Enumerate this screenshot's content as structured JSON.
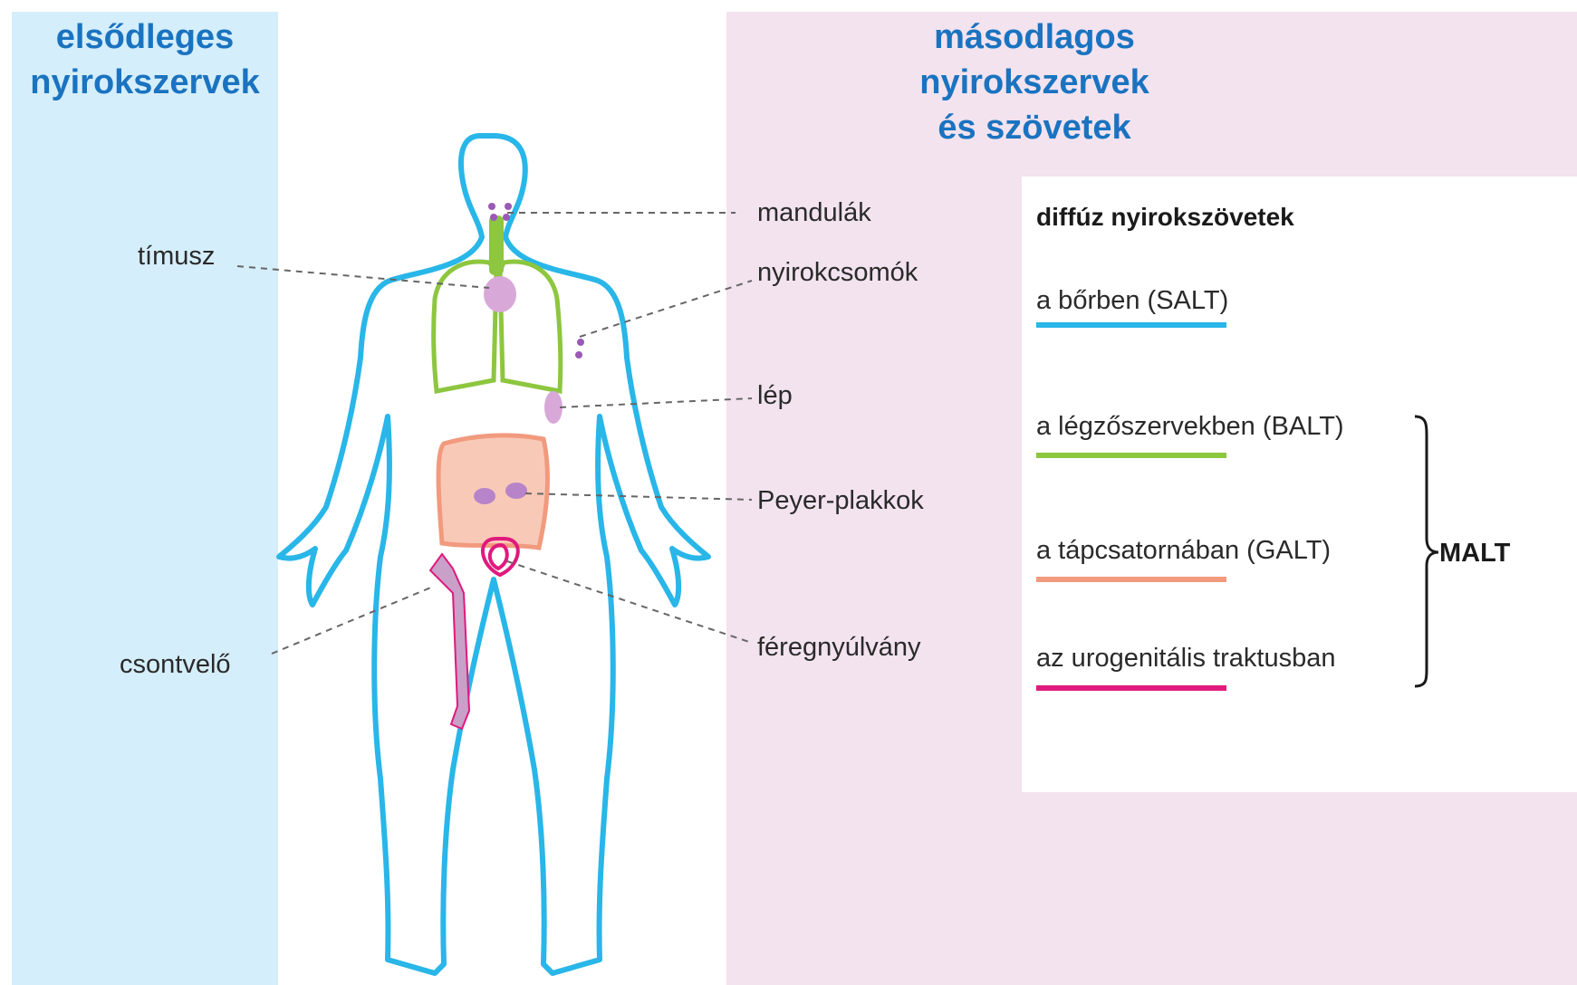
{
  "primary": {
    "heading": [
      "elsődleges",
      "nyirokszervek"
    ]
  },
  "secondary": {
    "heading": [
      "másodlagos",
      "nyirokszervek",
      "és szövetek"
    ]
  },
  "labels": {
    "timusz": "tímusz",
    "csontvelo": "csontvelő",
    "mandulak": "mandulák",
    "nyirokcsomok": "nyirokcsomók",
    "lep": "lép",
    "peyer": "Peyer-plakkok",
    "feregnyulvany": "féregnyúlvány"
  },
  "diffuse": {
    "title": "diffúz nyirokszövetek",
    "items": [
      {
        "label": "a bőrben (SALT)",
        "color": "#29b6e8"
      },
      {
        "label": "a légzőszervekben (BALT)",
        "color": "#8dc63f"
      },
      {
        "label": "a tápcsatornában (GALT)",
        "color": "#f29a7e"
      },
      {
        "label": "az urogenitális traktusban",
        "color": "#e0197d"
      }
    ],
    "malt": "MALT"
  },
  "colors": {
    "body_outline": "#29b6e8",
    "lungs": "#8dc63f",
    "intestine": "#f29a7e",
    "lymph": "#9b59b6",
    "bone": "#c9a0c8",
    "appendix": "#e0197d",
    "primary_bg": "#d5eefb",
    "secondary_bg": "#f2e3ef",
    "heading": "#1a73c0"
  }
}
